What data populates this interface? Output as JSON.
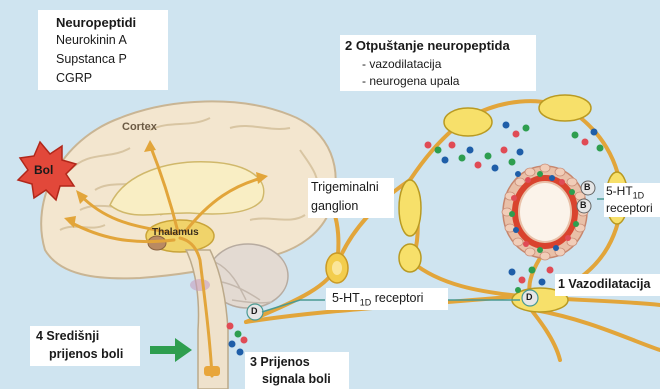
{
  "legend": {
    "title": "Neuropeptidi",
    "items": [
      {
        "label": "Neurokinin A",
        "color": "#e04b55"
      },
      {
        "label": "Supstanca P",
        "color": "#1f5ea8"
      },
      {
        "label": "CGRP",
        "color": "#2e9e4f"
      }
    ]
  },
  "release": {
    "title": "2 Otpuštanje neuropeptida",
    "line1": "- vazodilatacija",
    "line2": "- neurogena upala"
  },
  "brain": {
    "cortex": "Cortex",
    "thalamus": "Thalamus",
    "pain": "Bol"
  },
  "ganglion": {
    "line1": "Trigeminalni",
    "line2": "ganglion"
  },
  "receptor_top": {
    "prefix": "5-HT",
    "sub": "1D",
    "line2": "receptori"
  },
  "receptor_b1": "B",
  "receptor_b2": "B",
  "vasodilatation": "1 Vazodilatacija",
  "receptor_bottom": {
    "prefix": "5-HT",
    "sub": "1D",
    "suffix": " receptori"
  },
  "d_label": "D",
  "central": {
    "line1": "4 Središnji",
    "line2": "prijenos boli"
  },
  "transmission": {
    "line1": "3 Prijenos",
    "line2": "signala boli"
  }
}
